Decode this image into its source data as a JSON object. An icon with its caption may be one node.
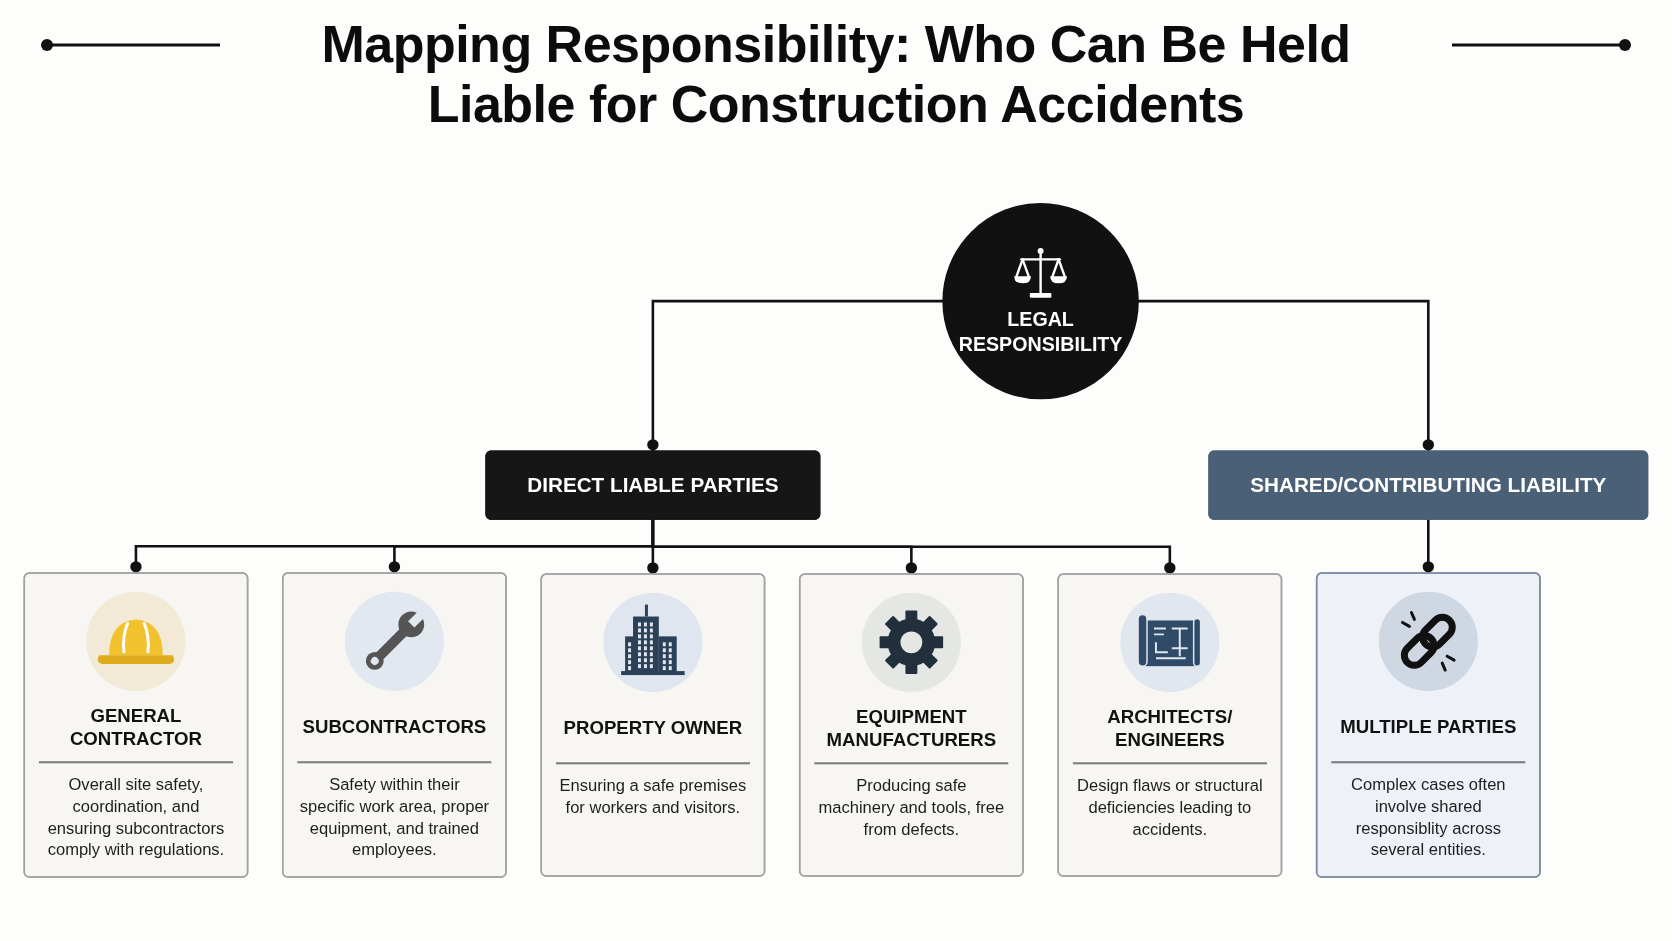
{
  "diagram": {
    "title": "Mapping Responsibility: Who Can Be Held Liable for Construction Accidents",
    "nodes": [
      {
        "text": [
          "LEGAL RESPONSIBILITY"
        ]
      },
      {
        "text": [
          "DIRECT LIABLE PARTIES"
        ]
      },
      {
        "text": [
          "SHARED/CONTRIBUTING LIABILITY"
        ]
      },
      {
        "text": [
          "GENERAL CONTRACTOR",
          "Overall site safety, coordination, and ensuring subcontractors comply with regulations."
        ]
      },
      {
        "text": [
          "SUBCONTRACTORS",
          "Safety within their specific work area, proper equipment, and trained employees."
        ]
      },
      {
        "text": [
          "PROPERTY OWNER",
          "Ensuring a safe premises for workers and visitors."
        ]
      },
      {
        "text": [
          "EQUIPMENT MANUFACTURERS",
          "Producing safe machinery and tools, free from defects."
        ]
      },
      {
        "text": [
          "ARCHITECTS/ ENGINEERS",
          "Design flaws or structural deficiencies leading to accidents."
        ]
      },
      {
        "text": [
          "MULTIPLE PARTIES",
          "Complex cases often involve shared responsiblity across several entities."
        ]
      }
    ],
    "edges": [
      {
        "from": 0,
        "to": 1,
        "arrow": "other"
      },
      {
        "from": 0,
        "to": 2,
        "arrow": "other"
      },
      {
        "from": 1,
        "to": 3,
        "arrow": "other"
      },
      {
        "from": 1,
        "to": 4,
        "arrow": "other"
      },
      {
        "from": 1,
        "to": 5,
        "arrow": "other"
      },
      {
        "from": 1,
        "to": 6,
        "arrow": "other"
      },
      {
        "from": 1,
        "to": 7,
        "arrow": "other"
      },
      {
        "from": 2,
        "to": 8,
        "arrow": "other"
      }
    ]
  }
}
